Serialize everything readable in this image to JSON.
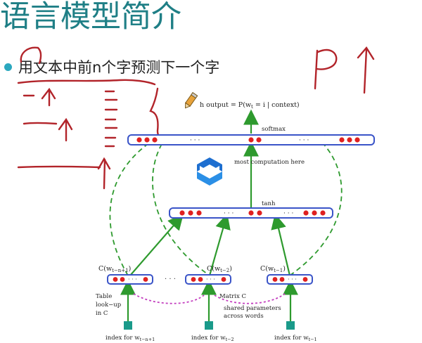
{
  "slide": {
    "title": "语言模型简介",
    "bullet": "用文本中前n个字预测下一个字"
  },
  "diagram": {
    "output_label": "h output = P(w",
    "output_label_rest": "= i | context)",
    "output_sub": "t",
    "softmax_label": "softmax",
    "computation_label": "most computation here",
    "tanh_label": "tanh",
    "c_labels": [
      "C(w",
      "C(w",
      "C(w"
    ],
    "c_subs": [
      "t−n+1",
      "t−2",
      "t−1"
    ],
    "dots": "· · ·",
    "table_lookup": [
      "Table",
      "look−up",
      "in C"
    ],
    "matrix_label": "Matrix C",
    "shared_params": [
      "shared parameters",
      "across words"
    ],
    "index_labels": [
      "index for w",
      "index for w",
      "index for w"
    ],
    "index_subs": [
      "t−n+1",
      "t−2",
      "t−1"
    ]
  },
  "colors": {
    "title": "#1f7f86",
    "bullet": "#2ba8bf",
    "arrow_green": "#2e9a2e",
    "neuron_red": "#e02020",
    "box_blue": "#3a54c8",
    "ink_red": "#b2242a",
    "shared_purple": "#c33fbf",
    "index_teal": "#1a9a8a"
  },
  "icons": [
    "pencil-icon",
    "logo-icon"
  ]
}
